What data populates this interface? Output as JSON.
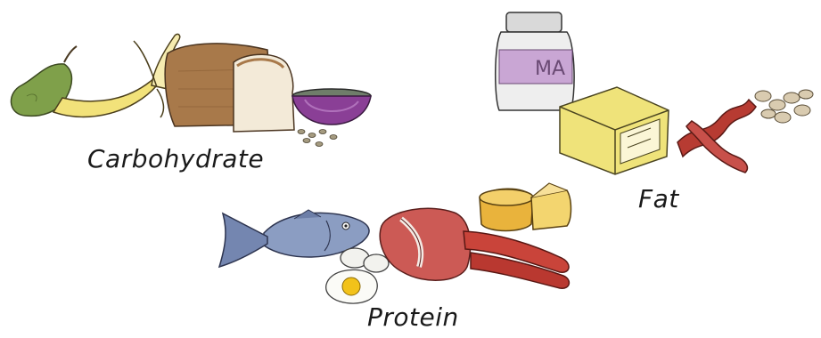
{
  "labels": {
    "carbohydrate": "Carbohydrate",
    "fat": "Fat",
    "protein": "Protein"
  },
  "jar_label": "MA",
  "groups": {
    "carbohydrate": [
      "pear",
      "banana",
      "bread-loaf",
      "cereal-bowl",
      "grains"
    ],
    "fat": [
      "mayonnaise-jar",
      "butter-stick",
      "bacon-strips",
      "nuts"
    ],
    "protein": [
      "fish",
      "eggs",
      "fried-egg",
      "t-bone-steak",
      "sausages",
      "cheese-wheel"
    ]
  },
  "colors": {
    "pear": "#7fa04a",
    "banana": "#f2e27a",
    "bread_crust": "#a8794a",
    "bread_slice": "#f3ead8",
    "bowl": "#8a3f96",
    "jar_lid": "#d9d9d9",
    "jar_label": "#c9a6d4",
    "butter": "#efe37a",
    "bacon": "#b73b32",
    "fish": "#8b9dc2",
    "egg_yolk": "#f2c21a",
    "steak": "#cc5a55",
    "sausage": "#c9443a",
    "cheese": "#e9b33c"
  }
}
